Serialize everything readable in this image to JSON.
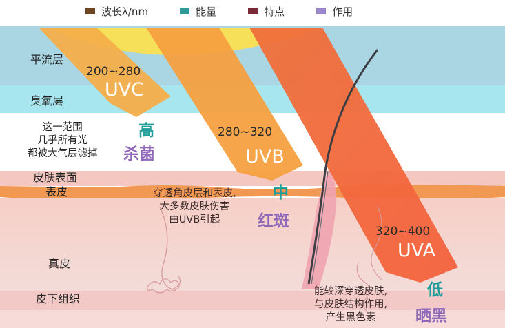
{
  "legend": [
    {
      "label": "波长λ/nm",
      "color": "#6b4524"
    },
    {
      "label": "能量",
      "color": "#2f9a98"
    },
    {
      "label": "特点",
      "color": "#7a2a36"
    },
    {
      "label": "作用",
      "color": "#9a86c8"
    }
  ],
  "layers": {
    "stratosphere": "平流层",
    "ozone": "臭氧层",
    "skin_surface": "皮肤表面",
    "epidermis": "表皮",
    "dermis": "真皮",
    "subcutaneous": "皮下组织"
  },
  "uvc": {
    "range": "200~280",
    "name": "UVC",
    "note_lines": [
      "这一范围",
      "几乎所有光",
      "都被大气层滤掉"
    ],
    "energy": "高",
    "effect": "杀菌"
  },
  "uvb": {
    "range": "280~320",
    "name": "UVB",
    "note_lines": [
      "穿透角皮层和表皮,",
      "大多数皮肤伤害",
      "由UVB引起"
    ],
    "energy": "中",
    "effect": "红斑"
  },
  "uva": {
    "range": "320~400",
    "name": "UVA",
    "note_lines": [
      "能较深穿透皮肤,",
      "与皮肤结构作用,",
      "产生黑色素"
    ],
    "energy": "低",
    "effect": "晒黑"
  },
  "colors": {
    "sky": "#a9d6e2",
    "ozone": "#a8e6ef",
    "skin": "#f3c6c0",
    "epidermis_band": "#f39a4c",
    "uvc_beam": "#f4ae4a",
    "uvb_beam": "#f7a23f",
    "uva_beam": "#f26a3c",
    "sun": "#ffe14a"
  }
}
